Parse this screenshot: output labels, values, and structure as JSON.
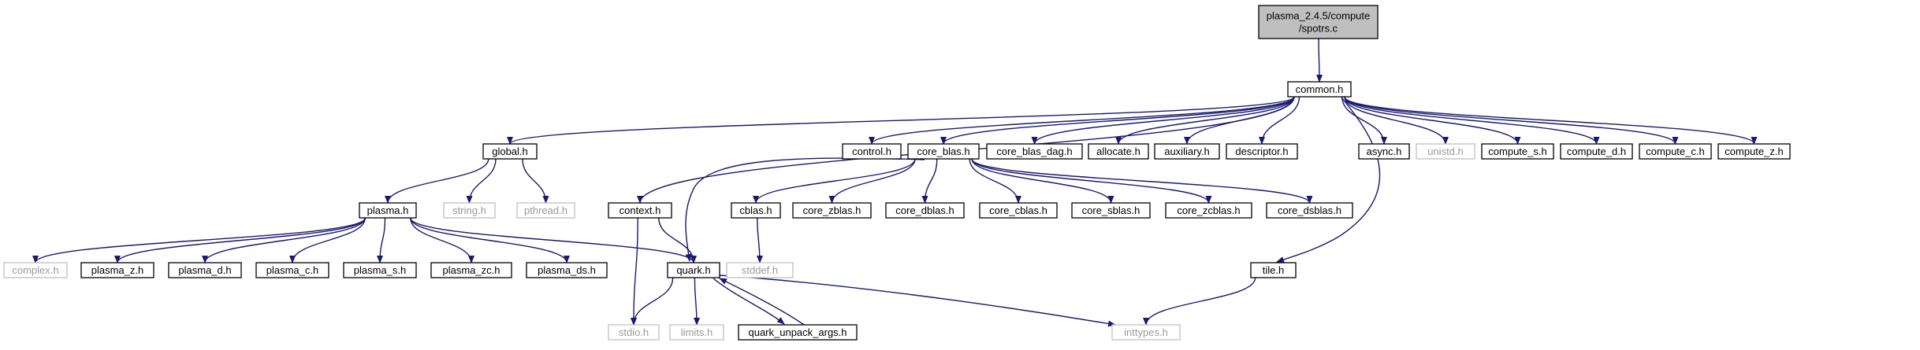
{
  "graph": {
    "colors": {
      "edge": "#191970",
      "node_border": "#000000",
      "node_fill": "#ffffff",
      "root_fill": "#bfbfbf",
      "external_border": "#c0c0c0",
      "external_text": "#9a9a9a",
      "text": "#000000"
    },
    "nodes": [
      {
        "id": "root",
        "label": "plasma_2.4.5/compute\n/spotrs.c",
        "style": "root"
      },
      {
        "id": "common_h",
        "label": "common.h",
        "style": "internal"
      },
      {
        "id": "global_h",
        "label": "global.h",
        "style": "internal"
      },
      {
        "id": "control_h",
        "label": "control.h",
        "style": "internal"
      },
      {
        "id": "core_blas_h",
        "label": "core_blas.h",
        "style": "internal"
      },
      {
        "id": "core_blas_dag_h",
        "label": "core_blas_dag.h",
        "style": "internal"
      },
      {
        "id": "allocate_h",
        "label": "allocate.h",
        "style": "internal"
      },
      {
        "id": "auxiliary_h",
        "label": "auxiliary.h",
        "style": "internal"
      },
      {
        "id": "descriptor_h",
        "label": "descriptor.h",
        "style": "internal"
      },
      {
        "id": "async_h",
        "label": "async.h",
        "style": "internal"
      },
      {
        "id": "unistd_h",
        "label": "unistd.h",
        "style": "external"
      },
      {
        "id": "compute_s_h",
        "label": "compute_s.h",
        "style": "internal"
      },
      {
        "id": "compute_d_h",
        "label": "compute_d.h",
        "style": "internal"
      },
      {
        "id": "compute_c_h",
        "label": "compute_c.h",
        "style": "internal"
      },
      {
        "id": "compute_z_h",
        "label": "compute_z.h",
        "style": "internal"
      },
      {
        "id": "plasma_h",
        "label": "plasma.h",
        "style": "internal"
      },
      {
        "id": "string_h",
        "label": "string.h",
        "style": "external"
      },
      {
        "id": "pthread_h",
        "label": "pthread.h",
        "style": "external"
      },
      {
        "id": "context_h",
        "label": "context.h",
        "style": "internal"
      },
      {
        "id": "cblas_h",
        "label": "cblas.h",
        "style": "internal"
      },
      {
        "id": "core_zblas_h",
        "label": "core_zblas.h",
        "style": "internal"
      },
      {
        "id": "core_dblas_h",
        "label": "core_dblas.h",
        "style": "internal"
      },
      {
        "id": "core_cblas_h",
        "label": "core_cblas.h",
        "style": "internal"
      },
      {
        "id": "core_sblas_h",
        "label": "core_sblas.h",
        "style": "internal"
      },
      {
        "id": "core_zcblas_h",
        "label": "core_zcblas.h",
        "style": "internal"
      },
      {
        "id": "core_dsblas_h",
        "label": "core_dsblas.h",
        "style": "internal"
      },
      {
        "id": "complex_h",
        "label": "complex.h",
        "style": "external"
      },
      {
        "id": "plasma_z_h",
        "label": "plasma_z.h",
        "style": "internal"
      },
      {
        "id": "plasma_d_h",
        "label": "plasma_d.h",
        "style": "internal"
      },
      {
        "id": "plasma_c_h",
        "label": "plasma_c.h",
        "style": "internal"
      },
      {
        "id": "plasma_s_h",
        "label": "plasma_s.h",
        "style": "internal"
      },
      {
        "id": "plasma_zc_h",
        "label": "plasma_zc.h",
        "style": "internal"
      },
      {
        "id": "plasma_ds_h",
        "label": "plasma_ds.h",
        "style": "internal"
      },
      {
        "id": "quark_h",
        "label": "quark.h",
        "style": "internal"
      },
      {
        "id": "stddef_h",
        "label": "stddef.h",
        "style": "external"
      },
      {
        "id": "tile_h",
        "label": "tile.h",
        "style": "internal"
      },
      {
        "id": "stdio_h",
        "label": "stdio.h",
        "style": "external"
      },
      {
        "id": "limits_h",
        "label": "limits.h",
        "style": "external"
      },
      {
        "id": "quark_unpack_args_h",
        "label": "quark_unpack_args.h",
        "style": "internal"
      },
      {
        "id": "inttypes_h",
        "label": "inttypes.h",
        "style": "external"
      }
    ],
    "edges": [
      [
        "root",
        "common_h"
      ],
      [
        "common_h",
        "global_h"
      ],
      [
        "common_h",
        "context_h"
      ],
      [
        "common_h",
        "control_h"
      ],
      [
        "common_h",
        "core_blas_h"
      ],
      [
        "common_h",
        "core_blas_dag_h"
      ],
      [
        "common_h",
        "allocate_h"
      ],
      [
        "common_h",
        "auxiliary_h"
      ],
      [
        "common_h",
        "descriptor_h"
      ],
      [
        "common_h",
        "tile_h"
      ],
      [
        "common_h",
        "async_h"
      ],
      [
        "common_h",
        "unistd_h"
      ],
      [
        "common_h",
        "compute_s_h"
      ],
      [
        "common_h",
        "compute_d_h"
      ],
      [
        "common_h",
        "compute_c_h"
      ],
      [
        "common_h",
        "compute_z_h"
      ],
      [
        "global_h",
        "plasma_h"
      ],
      [
        "global_h",
        "string_h"
      ],
      [
        "global_h",
        "pthread_h"
      ],
      [
        "plasma_h",
        "complex_h"
      ],
      [
        "plasma_h",
        "plasma_z_h"
      ],
      [
        "plasma_h",
        "plasma_d_h"
      ],
      [
        "plasma_h",
        "plasma_c_h"
      ],
      [
        "plasma_h",
        "plasma_s_h"
      ],
      [
        "plasma_h",
        "plasma_zc_h"
      ],
      [
        "plasma_h",
        "plasma_ds_h"
      ],
      [
        "plasma_h",
        "quark_h"
      ],
      [
        "core_blas_h",
        "cblas_h"
      ],
      [
        "core_blas_h",
        "core_zblas_h"
      ],
      [
        "core_blas_h",
        "core_dblas_h"
      ],
      [
        "core_blas_h",
        "core_cblas_h"
      ],
      [
        "core_blas_h",
        "core_sblas_h"
      ],
      [
        "core_blas_h",
        "core_zcblas_h"
      ],
      [
        "core_blas_h",
        "core_dsblas_h"
      ],
      [
        "core_blas_h",
        "quark_h"
      ],
      [
        "cblas_h",
        "stddef_h"
      ],
      [
        "context_h",
        "quark_h"
      ],
      [
        "context_h",
        "stdio_h"
      ],
      [
        "quark_h",
        "stdio_h"
      ],
      [
        "quark_h",
        "limits_h"
      ],
      [
        "quark_h",
        "quark_unpack_args_h"
      ],
      [
        "quark_h",
        "inttypes_h"
      ],
      [
        "quark_unpack_args_h",
        "quark_h"
      ],
      [
        "tile_h",
        "inttypes_h"
      ]
    ]
  }
}
